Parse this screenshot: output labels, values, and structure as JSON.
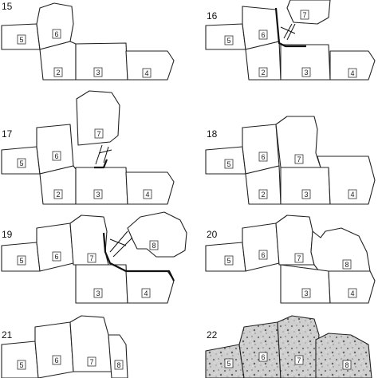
{
  "panels": [
    {
      "number": "15",
      "labels": [
        "5",
        "6",
        "2",
        "3",
        "4"
      ]
    },
    {
      "number": "16",
      "labels": [
        "5",
        "6",
        "7",
        "2",
        "3",
        "4"
      ]
    },
    {
      "number": "17",
      "labels": [
        "5",
        "6",
        "7",
        "2",
        "3",
        "4"
      ]
    },
    {
      "number": "18",
      "labels": [
        "5",
        "6",
        "7",
        "2",
        "3",
        "4"
      ]
    },
    {
      "number": "19",
      "labels": [
        "5",
        "6",
        "7",
        "8",
        "3",
        "4"
      ]
    },
    {
      "number": "20",
      "labels": [
        "5",
        "6",
        "7",
        "8",
        "3",
        "4"
      ]
    },
    {
      "number": "21",
      "labels": [
        "5",
        "6",
        "7",
        "8"
      ]
    },
    {
      "number": "22",
      "labels": [
        "5",
        "6",
        "7",
        "8"
      ]
    }
  ]
}
